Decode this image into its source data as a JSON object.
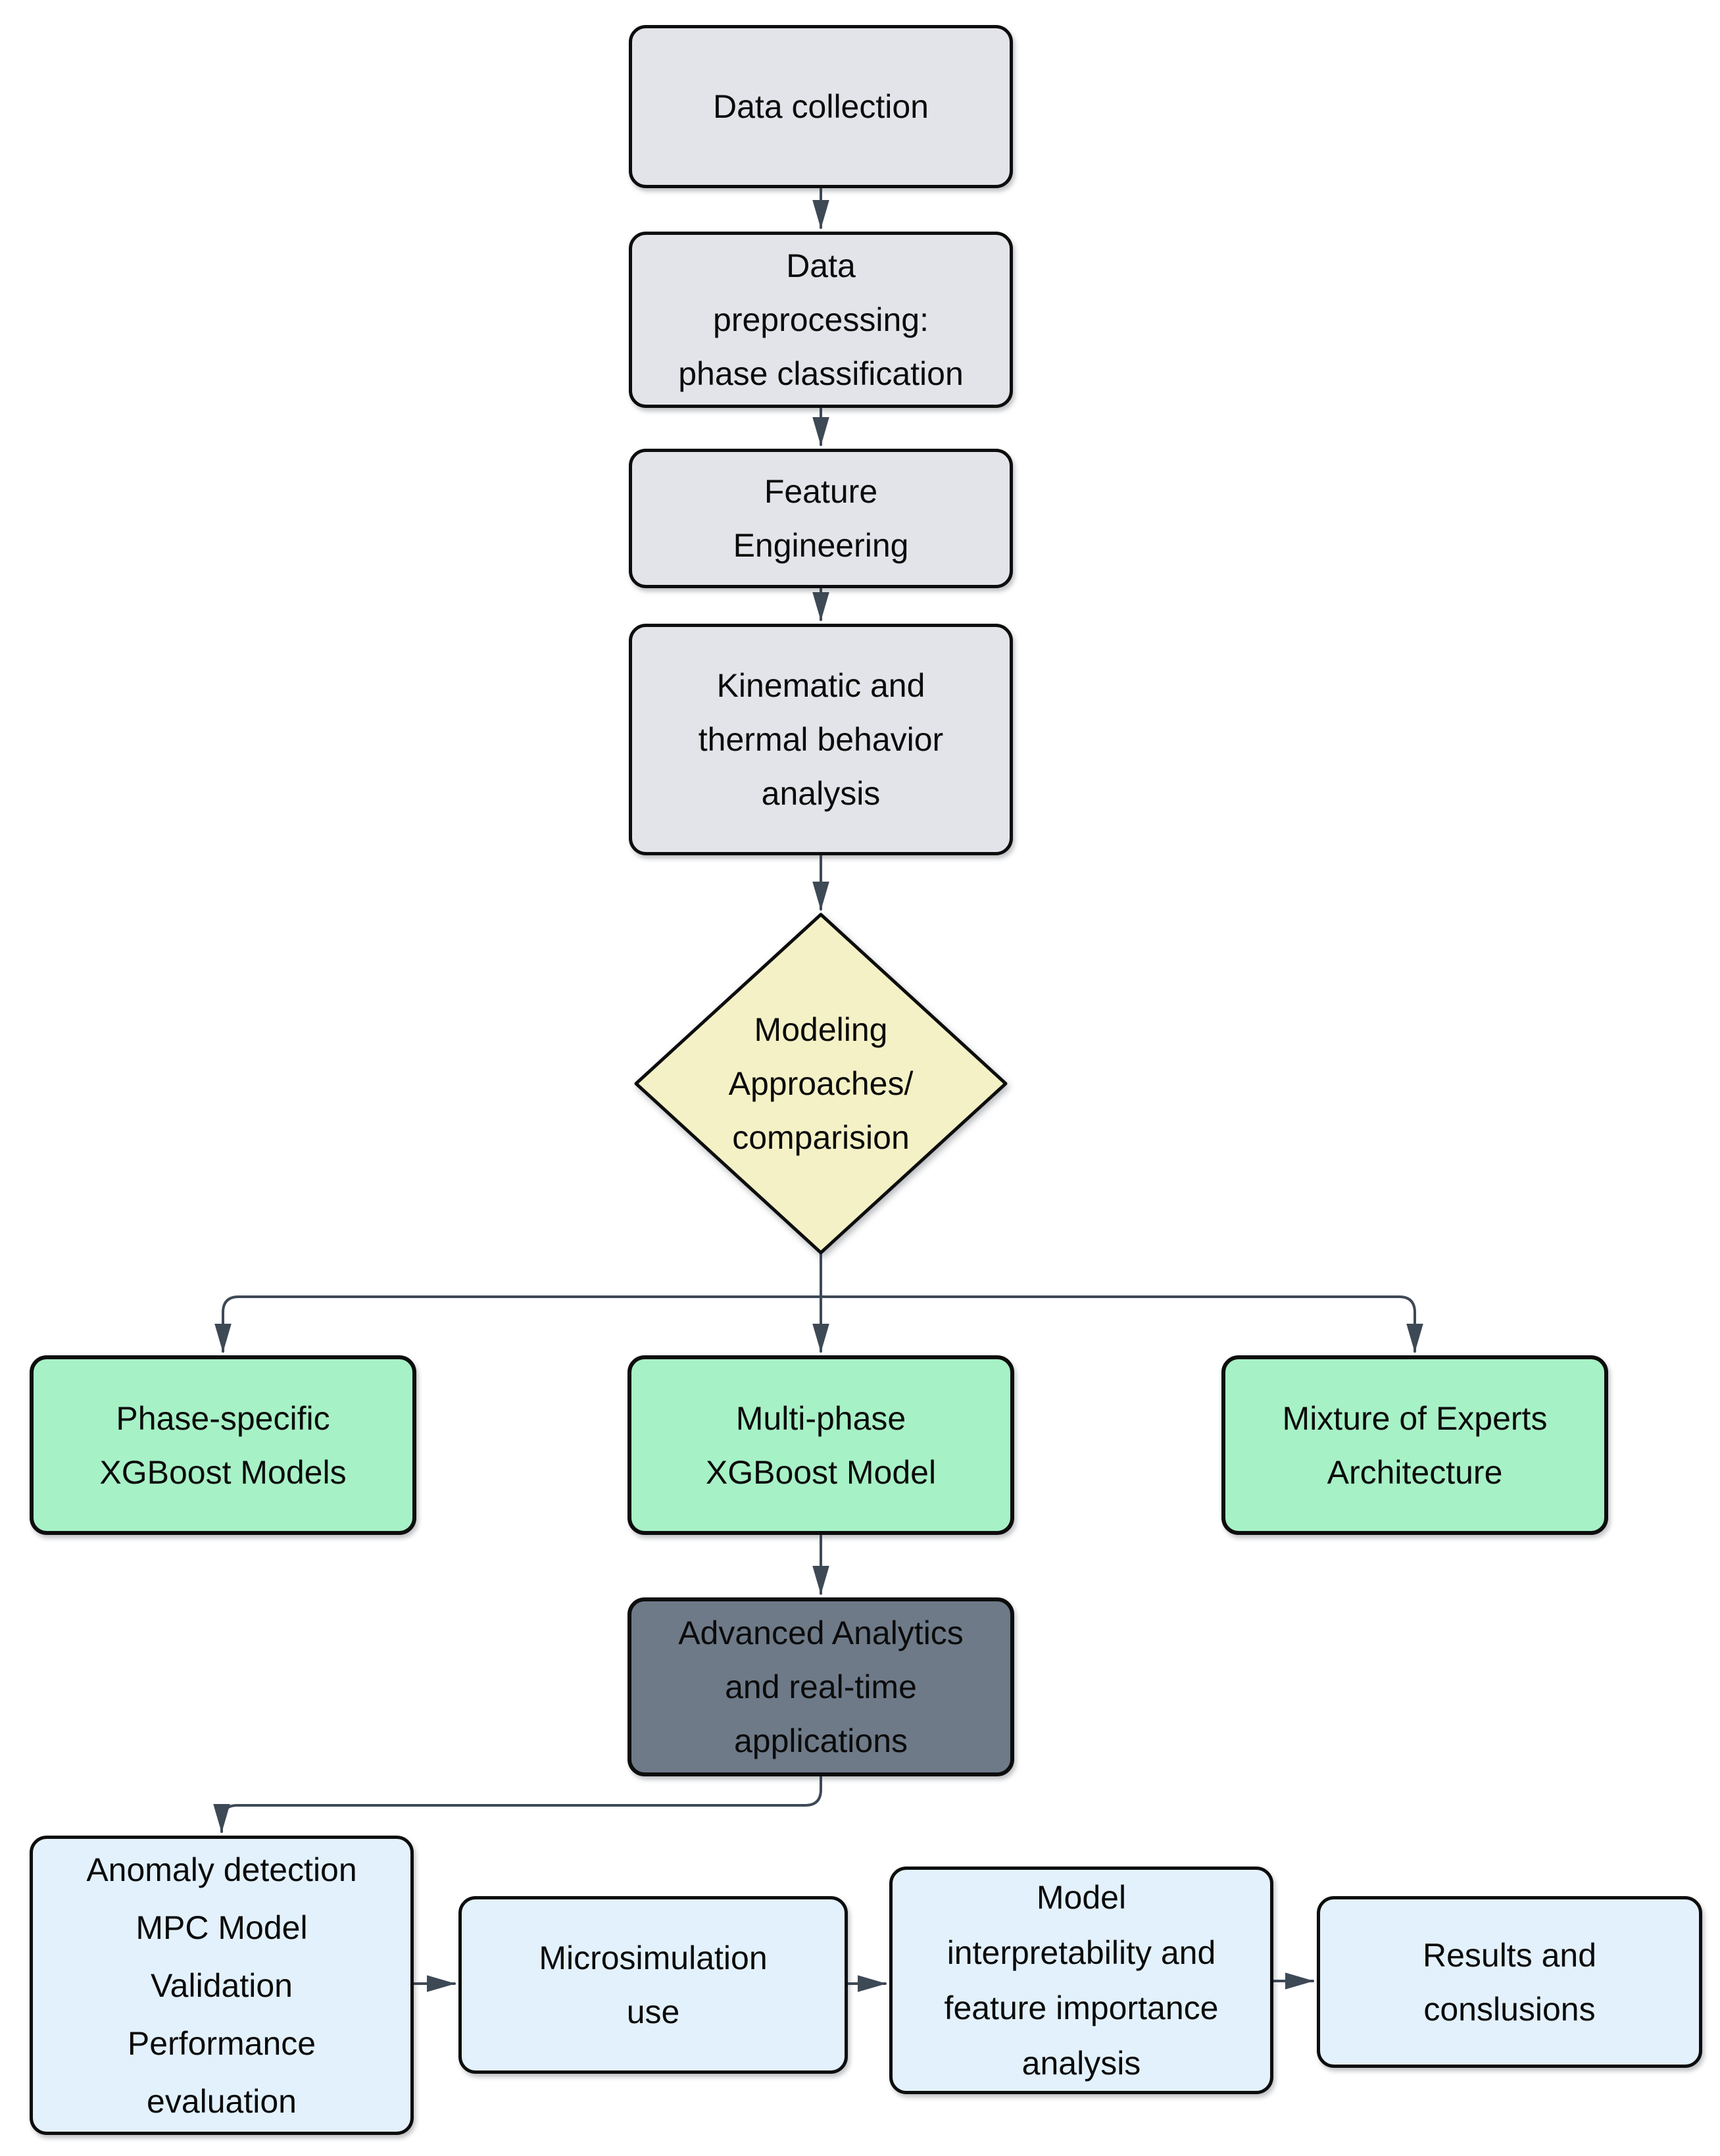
{
  "colors": {
    "process_fill": "#e2e4e9",
    "decision_fill": "#f4f1c6",
    "model_fill": "#a7f1c6",
    "analytics_fill": "#6e7a88",
    "application_fill": "#e3f1fc",
    "connector": "#3e4956",
    "border": "#0d0d0d"
  },
  "nodes": {
    "data_collection": {
      "label": [
        "Data collection"
      ]
    },
    "data_preprocessing": {
      "label": [
        "Data",
        "preprocessing:",
        "phase classification"
      ]
    },
    "feature_engineering": {
      "label": [
        "Feature",
        "Engineering"
      ]
    },
    "kinematic_analysis": {
      "label": [
        "Kinematic and",
        "thermal behavior",
        "analysis"
      ]
    },
    "modeling_approaches": {
      "label": [
        "Modeling",
        "Approaches/",
        "comparision"
      ]
    },
    "phase_specific": {
      "label": [
        "Phase-specific",
        "XGBoost Models"
      ]
    },
    "multi_phase": {
      "label": [
        "Multi-phase",
        "XGBoost Model"
      ]
    },
    "mixture_experts": {
      "label": [
        "Mixture of Experts",
        "Architecture"
      ]
    },
    "advanced_analytics": {
      "label": [
        "Advanced Analytics",
        "and real-time",
        "applications"
      ]
    },
    "anomaly_detection": {
      "label": [
        "Anomaly detection",
        "MPC Model",
        "Validation",
        "Performance",
        "evaluation"
      ]
    },
    "microsimulation": {
      "label": [
        "Microsimulation",
        "use"
      ]
    },
    "interpretability": {
      "label": [
        "Model",
        "interpretability and",
        "feature importance",
        "analysis"
      ]
    },
    "results": {
      "label": [
        "Results and",
        "conslusions"
      ]
    }
  }
}
